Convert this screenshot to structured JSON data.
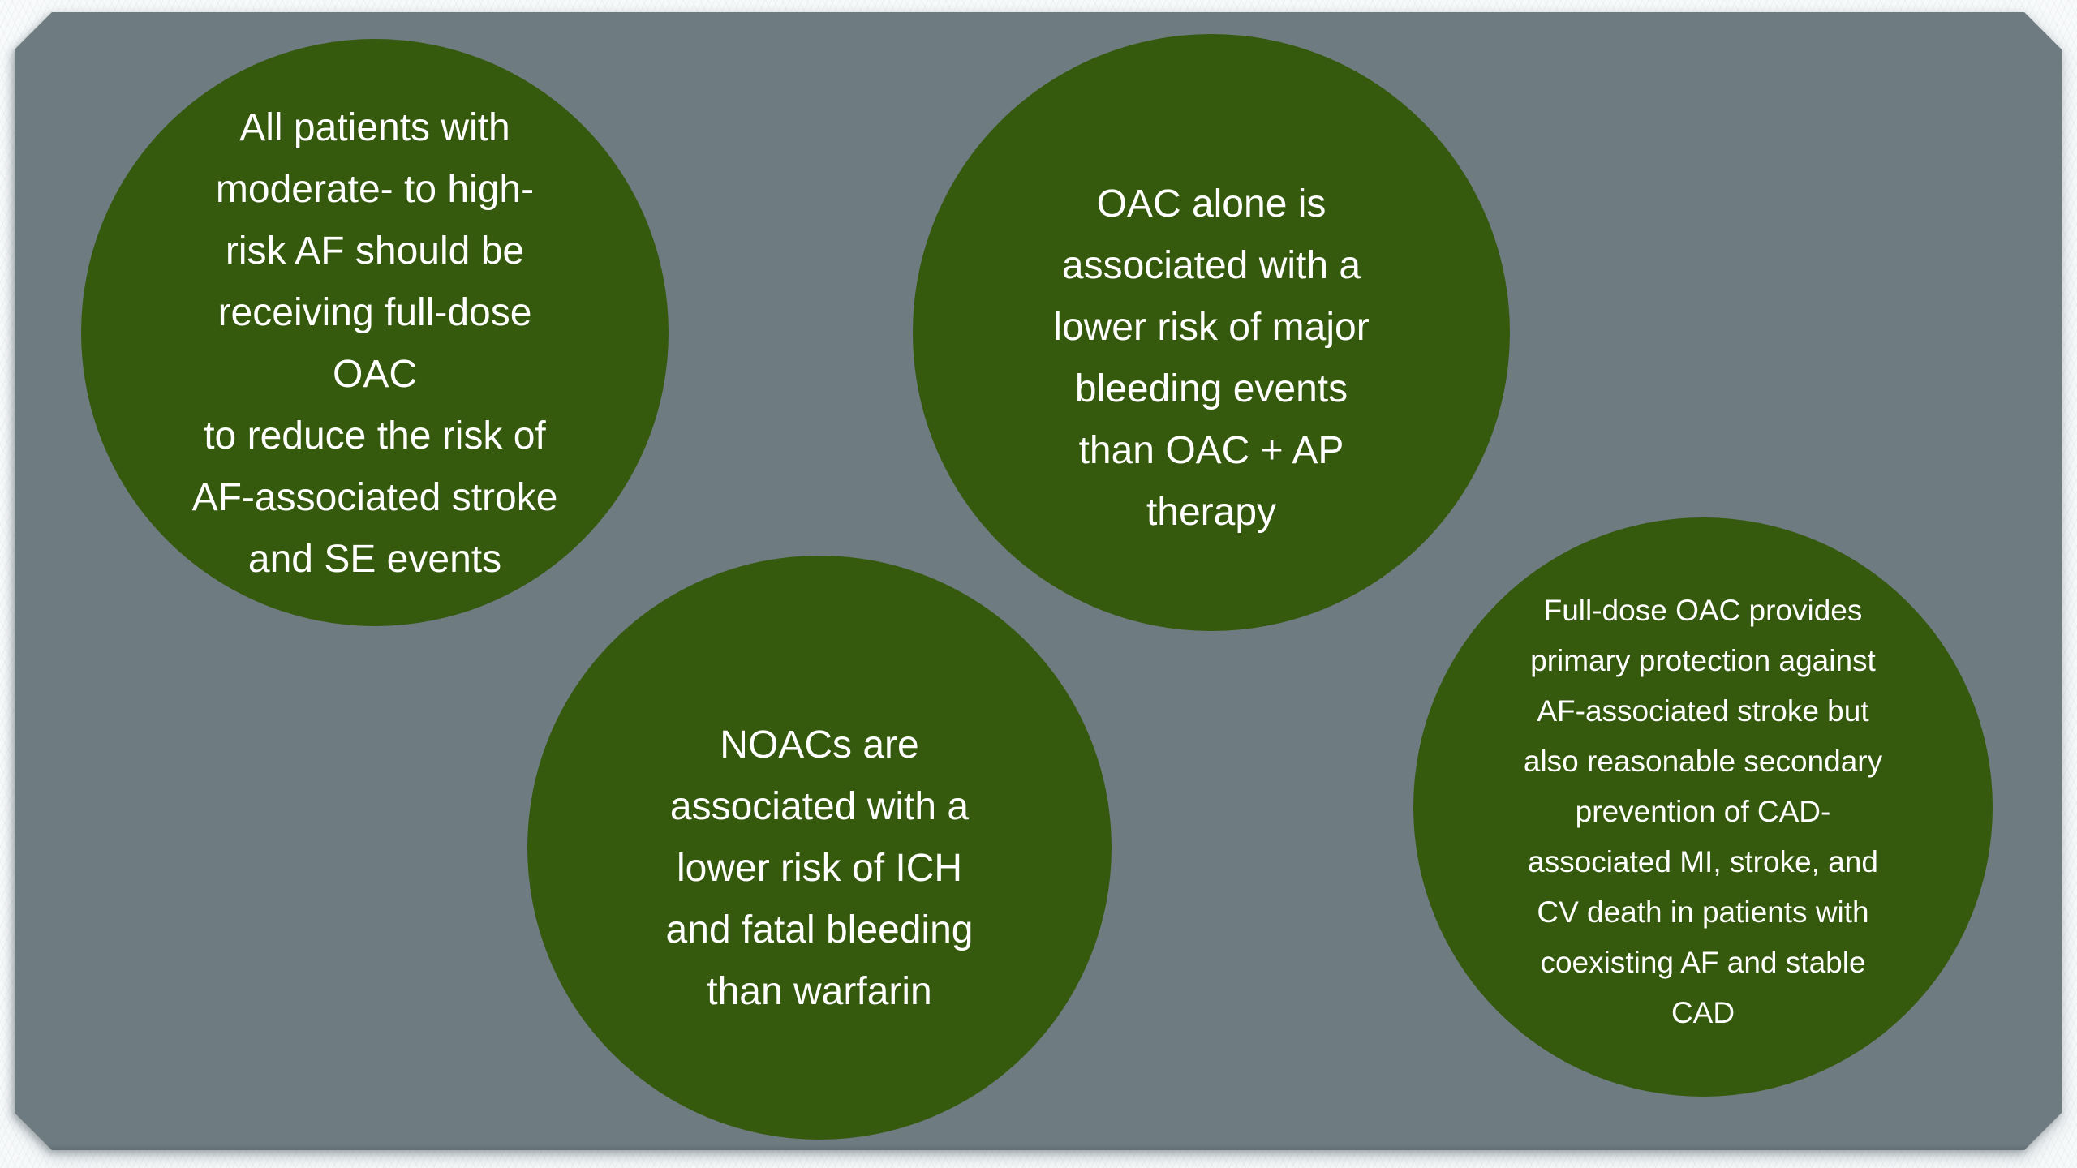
{
  "theme": {
    "page_bg": "#f3f5f6",
    "slide_bg": "#6e7b81",
    "bubble_fill": "#35590d",
    "bubble_text": "#ffffff"
  },
  "slide": {
    "shape": "beveled-rectangle",
    "bubble_count": 4
  },
  "circles": [
    {
      "id": "full-dose-oac-for-af",
      "text": "All patients with\nmoderate- to high-\nrisk AF should be\nreceiving full-dose\nOAC\nto reduce the risk of\nAF-associated stroke\nand SE events"
    },
    {
      "id": "oac-alone-bleeding-risk",
      "text": "OAC alone is\nassociated with a\nlower risk of major\nbleeding events\nthan OAC + AP\ntherapy"
    },
    {
      "id": "noacs-vs-warfarin",
      "text": "NOACs are\nassociated with a\nlower risk of ICH\nand fatal bleeding\nthan warfarin"
    },
    {
      "id": "full-dose-oac-cad",
      "text": "Full-dose OAC provides\nprimary protection against\nAF-associated stroke but\nalso reasonable secondary\nprevention of CAD-\nassociated MI, stroke, and\nCV death in patients with\ncoexisting AF and stable\nCAD"
    }
  ]
}
